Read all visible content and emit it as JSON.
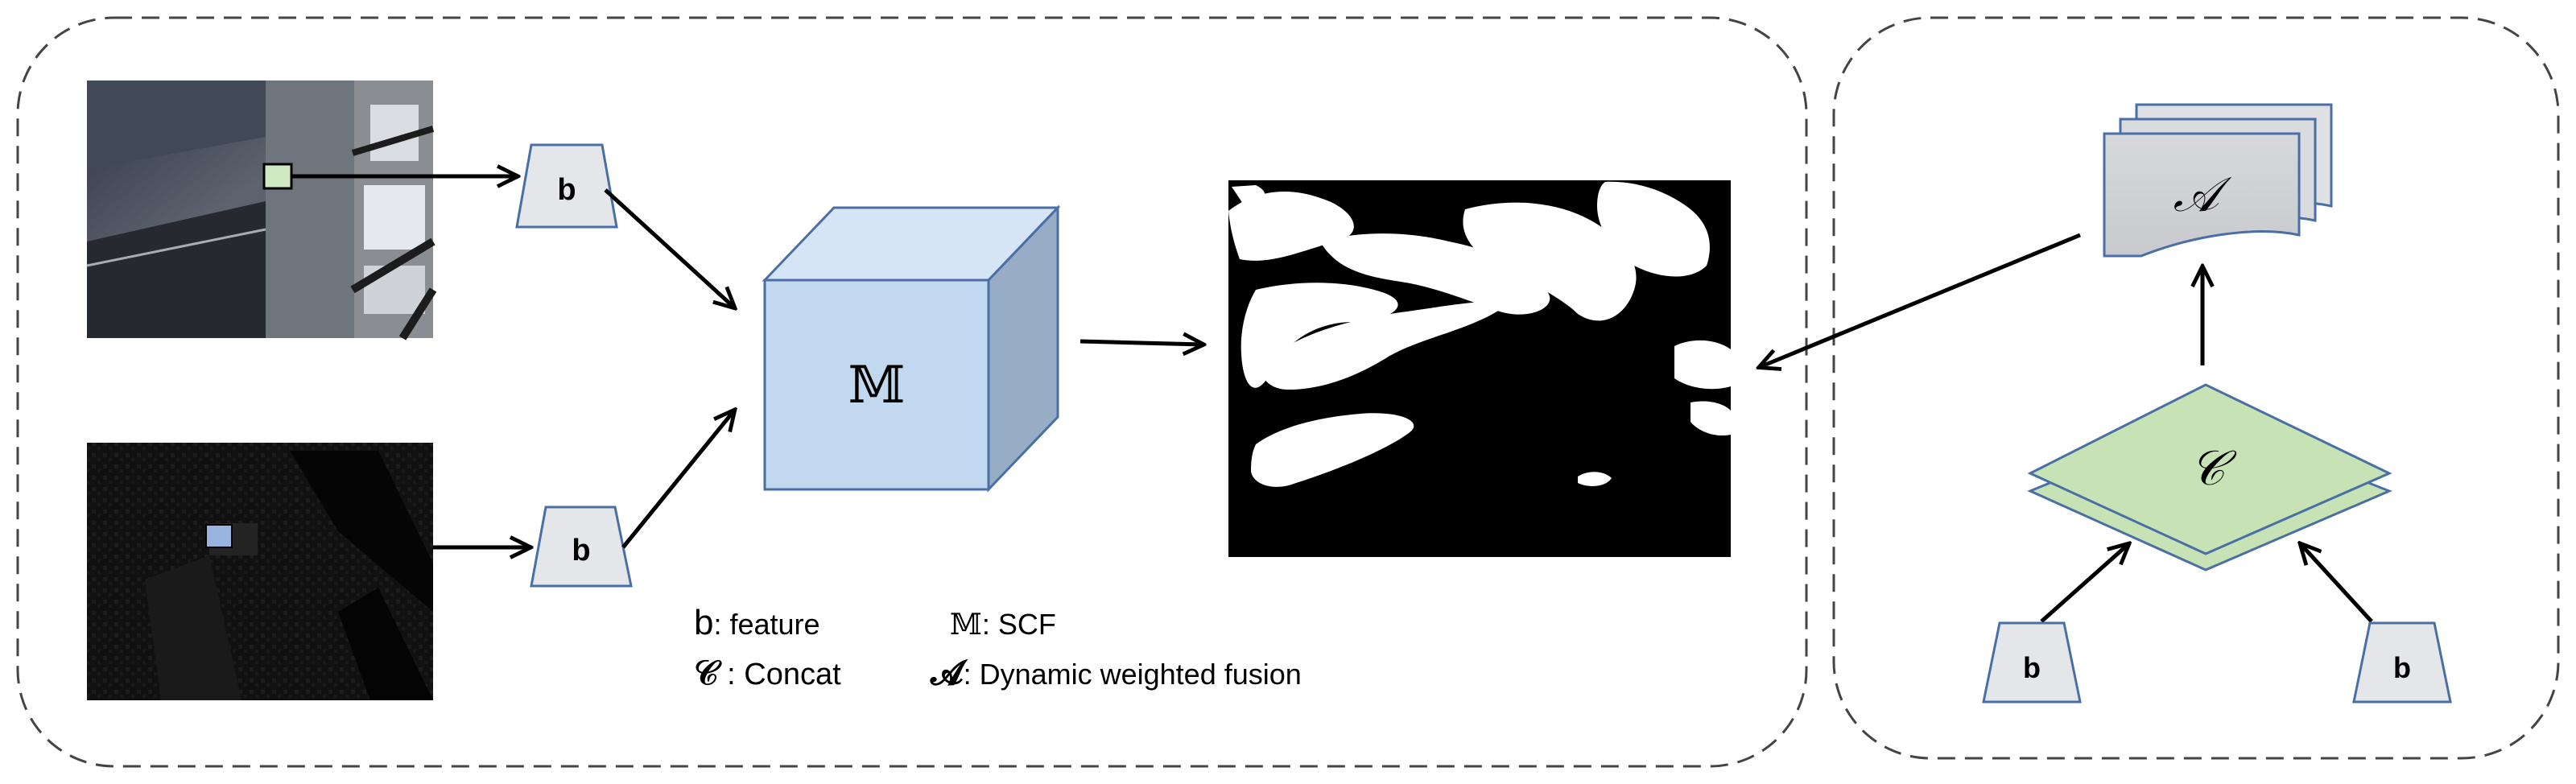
{
  "blocks": {
    "feature_glyph": "b",
    "scf_glyph": "𝕄",
    "concat_glyph": "𝒞",
    "fusion_glyph": "𝒜"
  },
  "legend": {
    "feature": {
      "symbol": "b",
      "text": ": feature"
    },
    "scf": {
      "symbol": "𝕄",
      "text": ": SCF"
    },
    "concat": {
      "symbol": "𝒞",
      "text": " : Concat"
    },
    "fusion": {
      "symbol": "𝓐",
      "text": ": Dynamic weighted fusion"
    }
  },
  "colors": {
    "feature_fill": "#e4e6ea",
    "block_stroke": "#4a6fa5",
    "cube_front": "#c2d8ef",
    "cube_top": "#d6e5f5",
    "cube_side": "#97adc6",
    "concat_fill": "#c7e2b5",
    "fusion_fill": "#d6d7da",
    "rgb_marker": "#cfe9c2",
    "depth_marker": "#99b3e0"
  }
}
